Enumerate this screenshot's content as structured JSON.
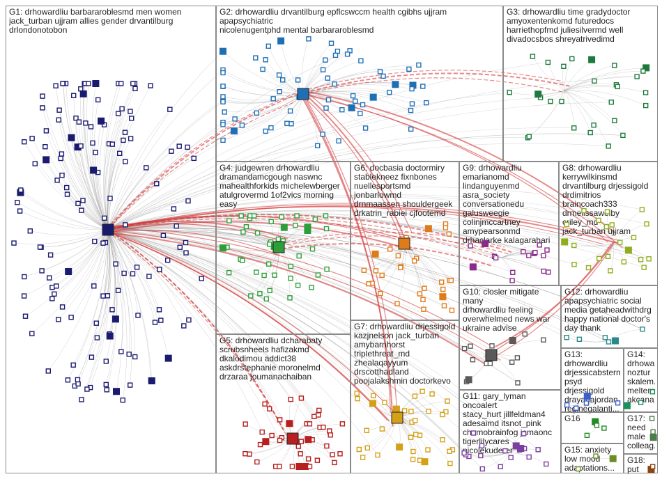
{
  "groups": [
    {
      "id": "G1",
      "label": "G1: drhowardliu barbararoblesmd men women\njack_turban ujjram allies gender drvantilburg\ndrlondonotobon"
    },
    {
      "id": "G2",
      "label": "G2: drhowardliu drvantilburg epflcswccm health cgibhs ujjram apapsychiatric\nnicolenugentphd mental barbararoblesmd"
    },
    {
      "id": "G3",
      "label": "G3: drhowardliu time gradydoctor\namyoxentenkomd futuredocs\nharriethopfmd juliesilvermd well\ndivadocsbos shreyatrivedimd"
    },
    {
      "id": "G4",
      "label": "G4: judgewren drhowardliu\ndramandamcgough naswnc\nmahealthforkids michelewberger\natulgrovermd 1of2vics morning\neasy"
    },
    {
      "id": "G6",
      "label": "G6: docbasia doctormiry\nstablekneez fixnbones\nnuellesportsmd jonbarlowmd\ndrnmaassen shouldergeek\ndrkatrin_rabiei cjfootemd"
    },
    {
      "id": "G9",
      "label": "G9: drhowardliu\nemarianomd\nlindanguyenmd\nasra_society\nconversationedu\ngalusweegie\ncolinjmccartney\namypearsonmd\ndrhaclarke kalagarahari"
    },
    {
      "id": "G8",
      "label": "G8: drhowardliu\nkerrywilkinsmd\ndrvantilburg drjessigold\ndrdimitrios braincoach333\ndrmelissawelby criley_md\njack_turban ujjram"
    },
    {
      "id": "G10",
      "label": "G10: closler mitigate many\ndrhowardliu feeling\noverwhelmed news war\nukraine advise"
    },
    {
      "id": "G12",
      "label": "G12: drhowardliu\napapsychiatric social\nmedia getaheadwithdrg\nhappy national doctor's\nday thank"
    },
    {
      "id": "G5",
      "label": "G5: drhowardliu dcharabaty\nscrubsnheels hafizakmd\ndkalodimou addict38\naskdrstephanie moronelmd\ndrzaraa joumanachaiban"
    },
    {
      "id": "G7",
      "label": "G7: drhowardliu drjessigold\nkazjnelson jack_turban\namybarnhorst\ntriplethreat_md\nzhealaqayyum\ndrscotthadland\npoojalakshmin doctorkevo"
    },
    {
      "id": "G13",
      "label": "G13:\ndrhowardliu\ndrjessicabstern\npsyd drjessigold\ndrayanajordan\nreginegalanti..."
    },
    {
      "id": "G14",
      "label": "G14:\ndrhowa...\nnoztur\nskalem...\nmeltemo\nakcana..."
    },
    {
      "id": "G11",
      "label": "G11: gary_lyman oncoalert\nstacy_hurt jillfeldman4\nadesaimd itsnot_pink\nchemobrainfog jamaonc\ntigerlilycares nicolekuderer"
    },
    {
      "id": "G16",
      "label": "G16"
    },
    {
      "id": "G17",
      "label": "G17:\nneed\nmale\ncolleag..."
    },
    {
      "id": "G15",
      "label": "G15: anxiety\nlow mood\nadaptations..."
    },
    {
      "id": "G18",
      "label": "G18: put"
    }
  ],
  "colors": {
    "G1": "#1a1a6e",
    "G2": "#1f6fb5",
    "G3": "#1e7a3c",
    "G4": "#2e9e3a",
    "G5": "#b81f1f",
    "G6": "#e07b1a",
    "G7": "#d4a017",
    "G8": "#8fae1b",
    "G9": "#8a2b8a",
    "G10": "#5a5a5a",
    "G11": "#7b3f9e",
    "G12": "#2a8a8a",
    "G13": "#3a5fcd",
    "G14": "#1b8f5c",
    "G15": "#6b8e23",
    "G16": "#228b22",
    "G17": "#4b7d4b",
    "G18": "#8b4513",
    "edge_gray": "#9a9a9a",
    "edge_red": "#d63a3a",
    "frame": "#8a8a8a"
  }
}
